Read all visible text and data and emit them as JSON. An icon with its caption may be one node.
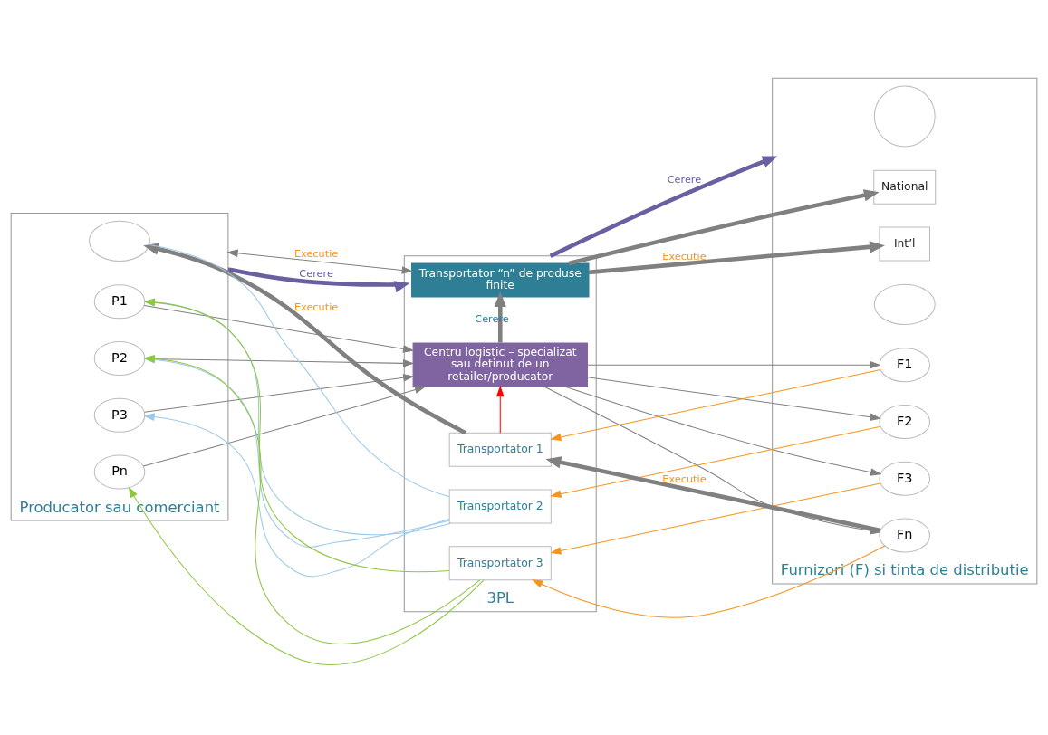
{
  "diagram": {
    "nodes": [
      {
        "text": [
          "Producator sau comerciant"
        ]
      },
      {
        "text": [],
        "shape": "ellipse",
        "in": 0
      },
      {
        "text": [
          "P1"
        ],
        "in": 0
      },
      {
        "text": [
          "P2"
        ],
        "in": 0
      },
      {
        "text": [
          "P3"
        ],
        "in": 0
      },
      {
        "text": [
          "Pn"
        ],
        "in": 0
      },
      {
        "text": [
          "3PL"
        ]
      },
      {
        "text": [
          "Transportator “n” de produse finite"
        ],
        "in": 6
      },
      {
        "text": [
          "Centru logistic – specializat sau detinut de un retailer/producator"
        ],
        "in": 6
      },
      {
        "text": [
          "Transportator 1"
        ],
        "in": 6
      },
      {
        "text": [
          "Transportator 2"
        ],
        "in": 6
      },
      {
        "text": [
          "Transportator 3"
        ],
        "in": 6
      },
      {
        "text": [
          "Furnizori (F) si tinta de distributie"
        ]
      },
      {
        "text": [],
        "shape": "circle",
        "in": 12
      },
      {
        "text": [
          "National"
        ],
        "in": 12
      },
      {
        "text": [
          "Int’l"
        ],
        "in": 12
      },
      {
        "text": [],
        "shape": "ellipse",
        "in": 12
      },
      {
        "text": [
          "F1"
        ],
        "in": 12
      },
      {
        "text": [
          "F2"
        ],
        "in": 12
      },
      {
        "text": [
          "F3"
        ],
        "in": 12
      },
      {
        "text": [
          "Fn"
        ],
        "in": 12
      }
    ],
    "edges": [
      {
        "from": 0,
        "to": 7,
        "arrow": "both",
        "label": "Executie"
      },
      {
        "from": 7,
        "to": 14,
        "arrow": "to",
        "style": "thick"
      },
      {
        "from": 7,
        "to": 15,
        "arrow": "to",
        "style": "thick",
        "label": "Executie"
      },
      {
        "from": 8,
        "to": 7,
        "arrow": "to",
        "style": "thick",
        "label": "Cerere"
      },
      {
        "from": 9,
        "to": 8,
        "arrow": "to",
        "color": "#ff0000"
      },
      {
        "from": 2,
        "to": 8,
        "arrow": "to"
      },
      {
        "from": 3,
        "to": 8,
        "arrow": "to"
      },
      {
        "from": 4,
        "to": 8,
        "arrow": "to"
      },
      {
        "from": 5,
        "to": 8,
        "arrow": "to"
      },
      {
        "from": 10,
        "to": 2,
        "arrow": "to",
        "color": "#9dc8e8"
      },
      {
        "from": 10,
        "to": 3,
        "arrow": "to",
        "color": "#9dc8e8"
      },
      {
        "from": 10,
        "to": 4,
        "arrow": "to",
        "color": "#9dc8e8"
      },
      {
        "from": 10,
        "to": 1,
        "arrow": "none",
        "color": "#9dc8e8"
      },
      {
        "from": 11,
        "to": 2,
        "arrow": "to",
        "color": "#8dc63f"
      },
      {
        "from": 11,
        "to": 3,
        "arrow": "to",
        "color": "#8dc63f"
      },
      {
        "from": 11,
        "to": 5,
        "arrow": "to",
        "color": "#8dc63f"
      },
      {
        "from": 9,
        "to": 1,
        "arrow": "to",
        "style": "thick",
        "label": "Executie"
      },
      {
        "from": 8,
        "to": 17,
        "arrow": "to"
      },
      {
        "from": 8,
        "to": 18,
        "arrow": "to"
      },
      {
        "from": 8,
        "to": 19,
        "arrow": "to"
      },
      {
        "from": 8,
        "to": 20,
        "arrow": "to"
      },
      {
        "from": 17,
        "to": 9,
        "arrow": "to",
        "color": "#f7941d"
      },
      {
        "from": 18,
        "to": 10,
        "arrow": "to",
        "color": "#f7941d"
      },
      {
        "from": 19,
        "to": 11,
        "arrow": "to",
        "color": "#f7941d"
      },
      {
        "from": 20,
        "to": 11,
        "arrow": "to",
        "color": "#f7941d"
      },
      {
        "from": 20,
        "to": 9,
        "arrow": "to",
        "style": "thick",
        "label": "Executie"
      },
      {
        "from": 0,
        "to": 6,
        "arrow": "to",
        "style": "thick",
        "color": "#6a5fa0",
        "label": "Cerere"
      },
      {
        "from": 6,
        "to": 12,
        "arrow": "to",
        "style": "thick",
        "color": "#6a5fa0",
        "label": "Cerere"
      }
    ]
  }
}
